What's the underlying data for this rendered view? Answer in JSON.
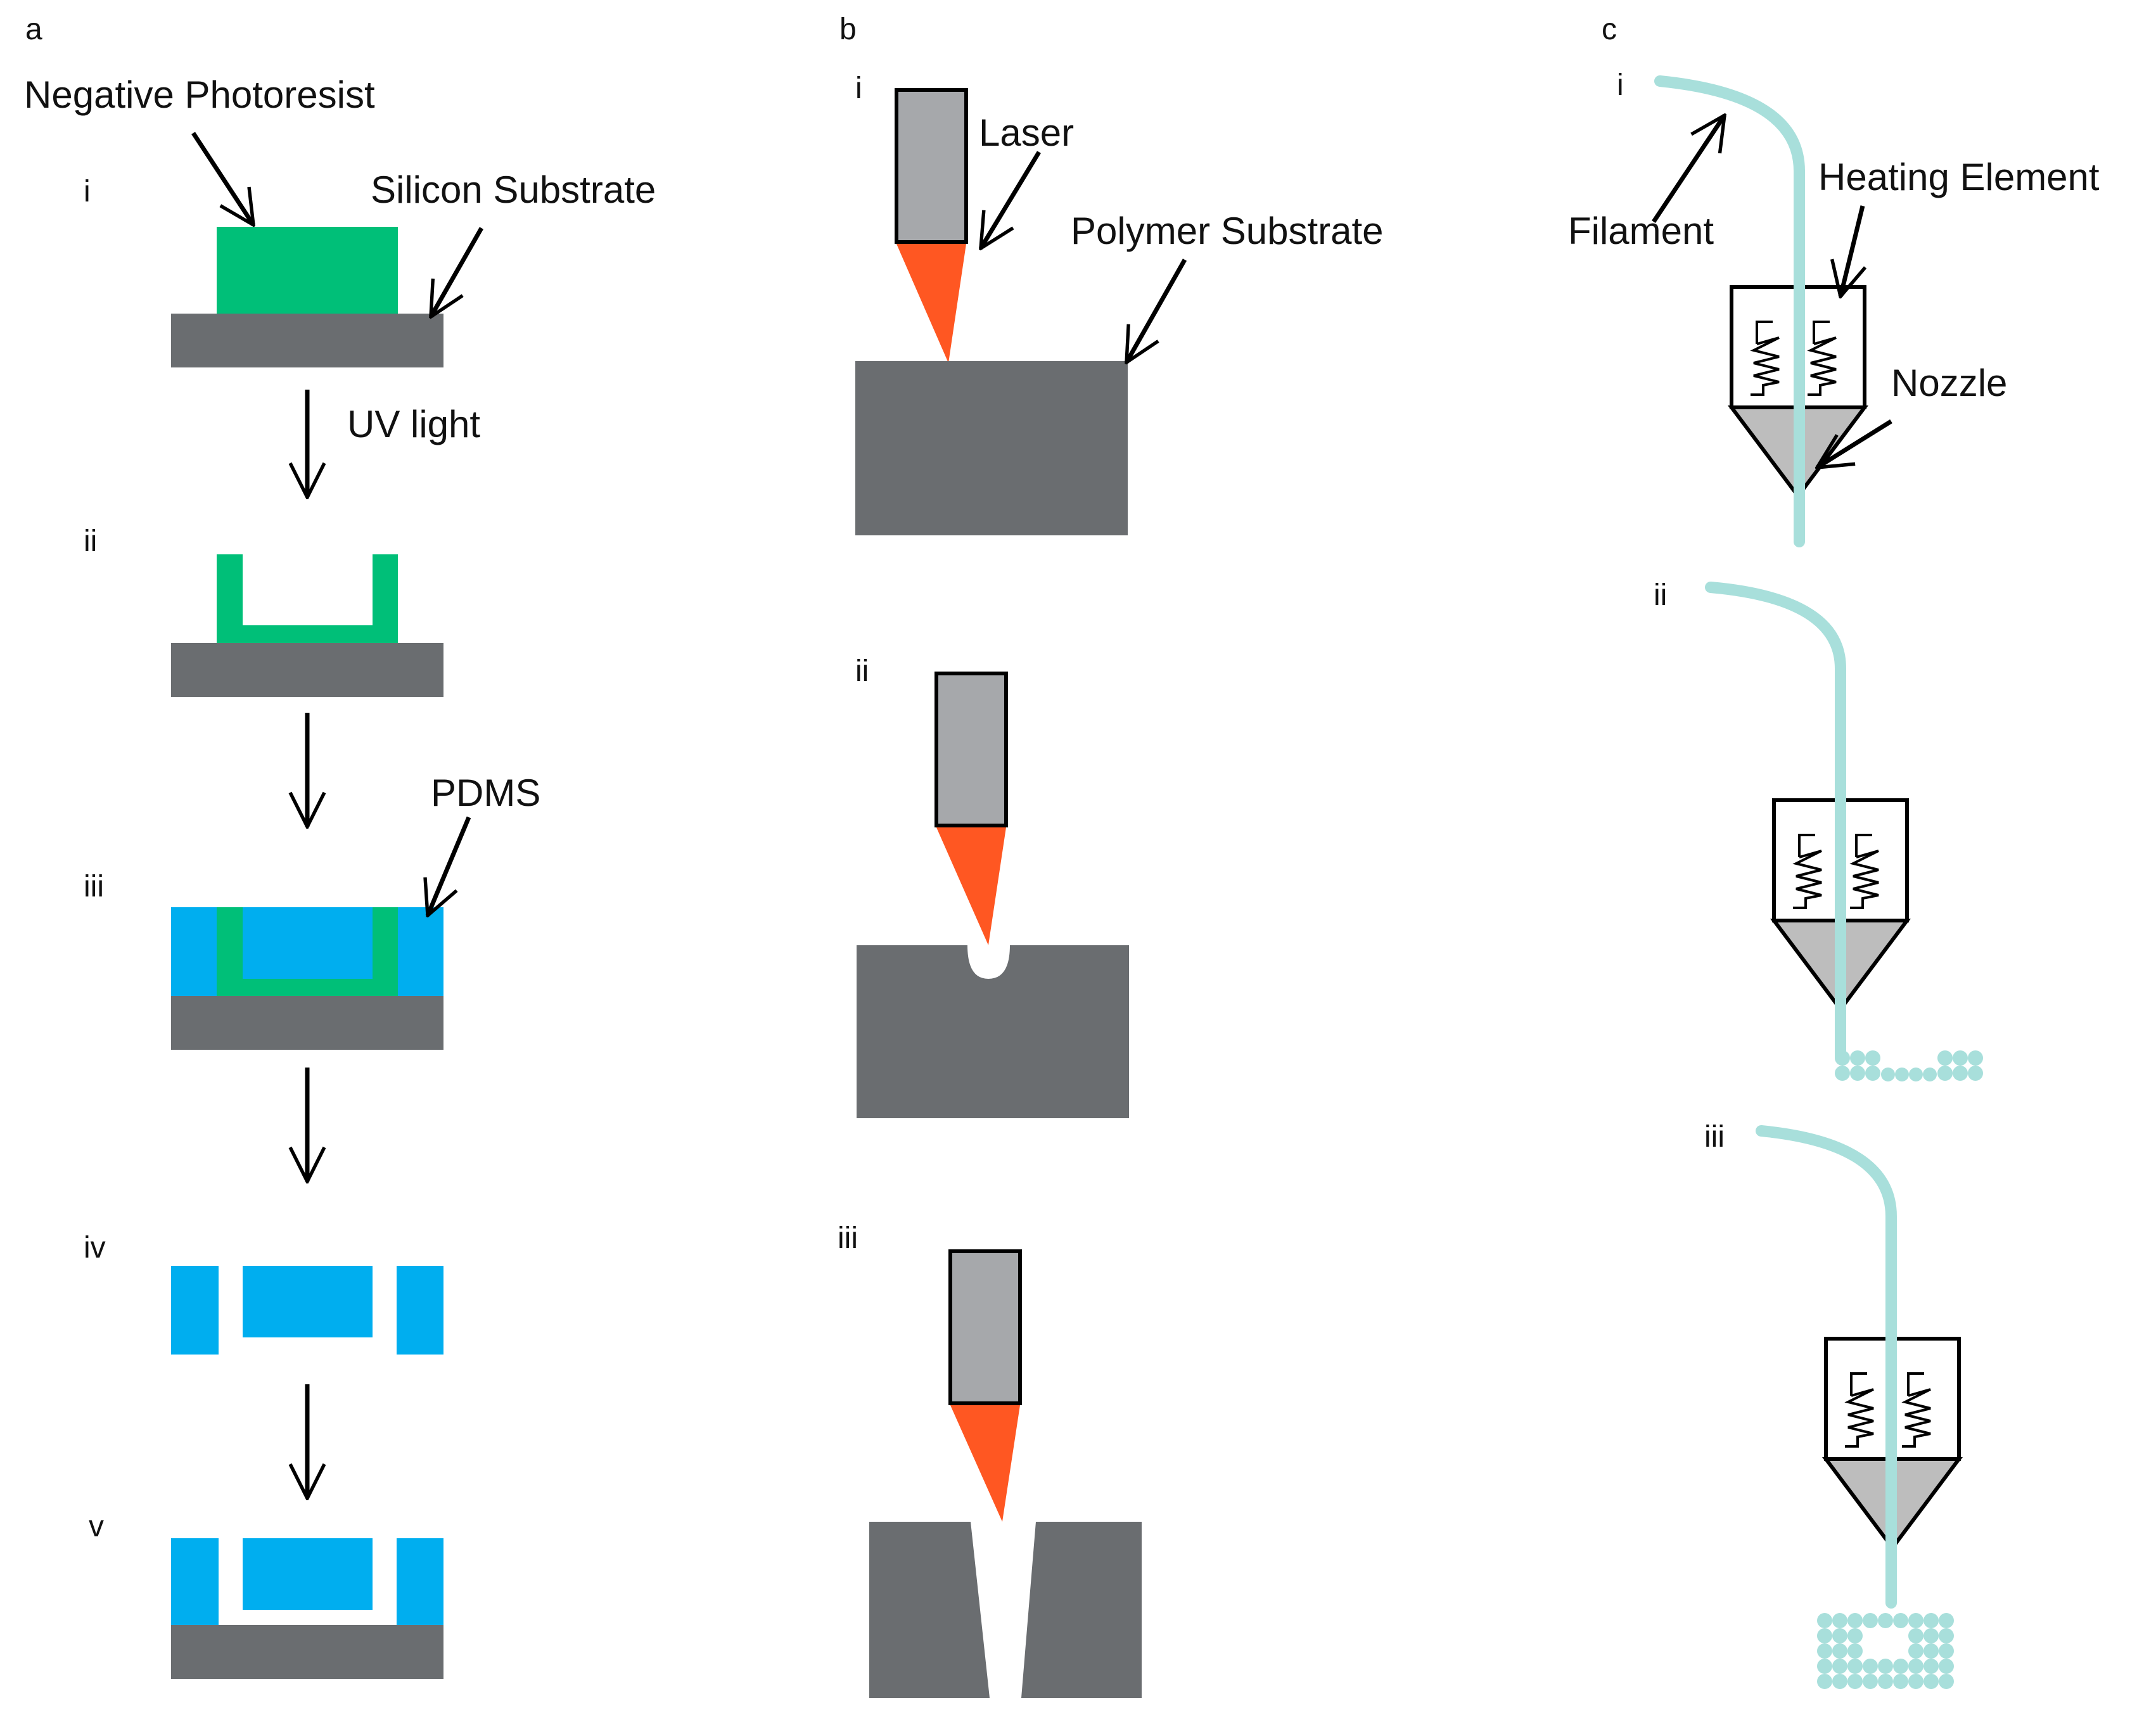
{
  "panels": {
    "a": {
      "letter": "a",
      "labels": {
        "negative_photoresist": "Negative Photoresist",
        "silicon_substrate": "Silicon Substrate",
        "uv_light": "UV light",
        "pdms": "PDMS"
      },
      "steps": [
        "i",
        "ii",
        "iii",
        "iv",
        "v"
      ]
    },
    "b": {
      "letter": "b",
      "labels": {
        "laser": "Laser",
        "polymer_substrate": "Polymer Substrate"
      },
      "steps": [
        "i",
        "ii",
        "iii"
      ]
    },
    "c": {
      "letter": "c",
      "labels": {
        "filament": "Filament",
        "heating_element": "Heating Element",
        "nozzle": "Nozzle"
      },
      "steps": [
        "i",
        "ii",
        "iii"
      ]
    }
  },
  "colors": {
    "photoresist": "#00bf78",
    "substrate": "#6a6d70",
    "pdms": "#00aeef",
    "laser_body": "#a6a8ab",
    "laser_beam": "#ff5722",
    "filament": "#a8dfdb",
    "nozzle_cone": "#bdbdbd"
  }
}
